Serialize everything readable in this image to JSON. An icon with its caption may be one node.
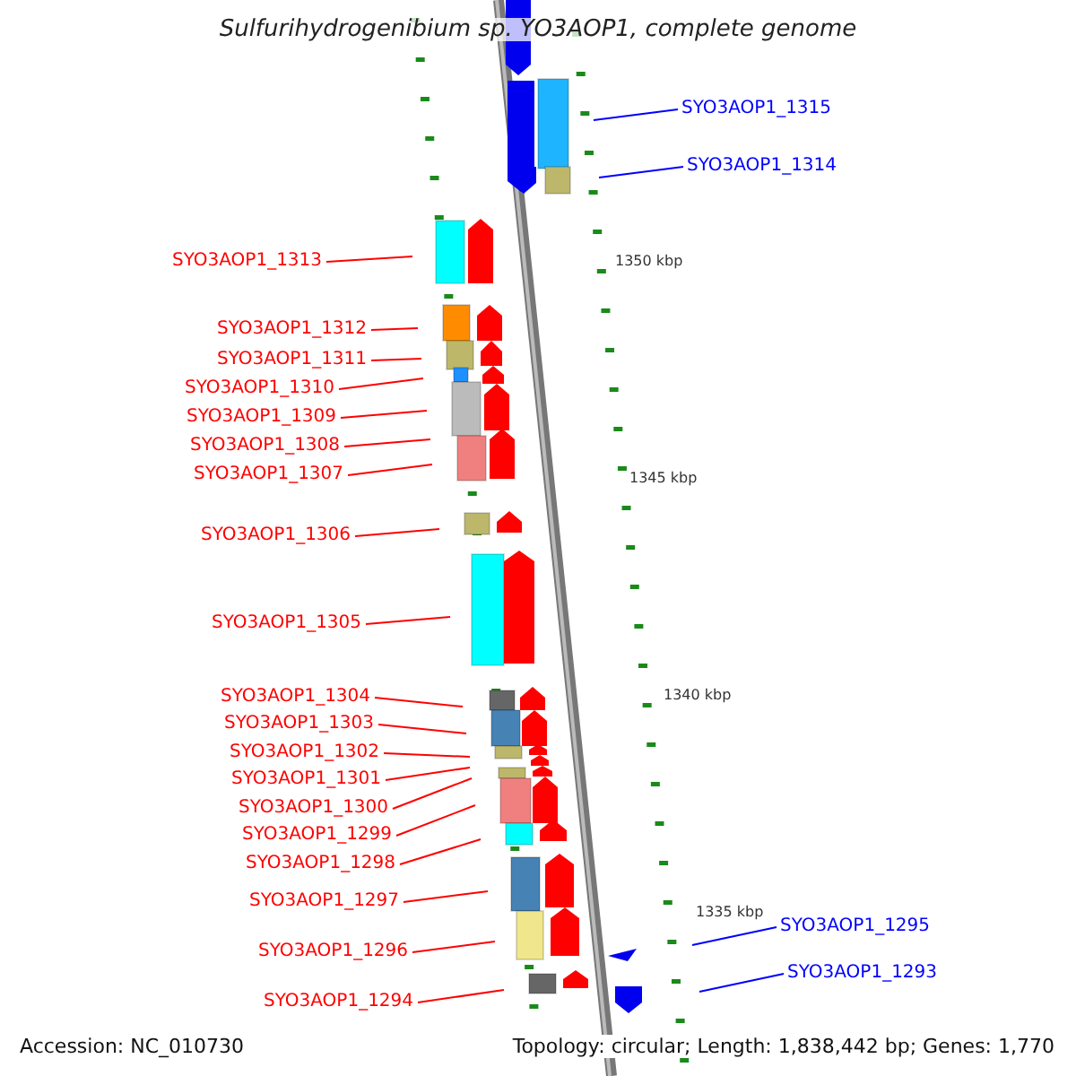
{
  "diagram": {
    "title": "Sulfurihydrogenibium sp. YO3AOP1, complete genome",
    "nodes": [
      {
        "text": [
          "SYO3AOP1_1315"
        ]
      },
      {
        "text": [
          "SYO3AOP1_1314"
        ]
      },
      {
        "text": [
          "SYO3AOP1_1313"
        ]
      },
      {
        "text": [
          "SYO3AOP1_1312"
        ]
      },
      {
        "text": [
          "SYO3AOP1_1311"
        ]
      },
      {
        "text": [
          "SYO3AOP1_1310"
        ]
      },
      {
        "text": [
          "SYO3AOP1_1309"
        ]
      },
      {
        "text": [
          "SYO3AOP1_1308"
        ]
      },
      {
        "text": [
          "SYO3AOP1_1307"
        ]
      },
      {
        "text": [
          "SYO3AOP1_1306"
        ]
      },
      {
        "text": [
          "SYO3AOP1_1305"
        ]
      },
      {
        "text": [
          "SYO3AOP1_1304"
        ]
      },
      {
        "text": [
          "SYO3AOP1_1303"
        ]
      },
      {
        "text": [
          "SYO3AOP1_1302"
        ]
      },
      {
        "text": [
          "SYO3AOP1_1301"
        ]
      },
      {
        "text": [
          "SYO3AOP1_1300"
        ]
      },
      {
        "text": [
          "SYO3AOP1_1299"
        ]
      },
      {
        "text": [
          "SYO3AOP1_1298"
        ]
      },
      {
        "text": [
          "SYO3AOP1_1297"
        ]
      },
      {
        "text": [
          "SYO3AOP1_1296"
        ]
      },
      {
        "text": [
          "SYO3AOP1_1295"
        ]
      },
      {
        "text": [
          "SYO3AOP1_1294"
        ]
      },
      {
        "text": [
          "SYO3AOP1_1293"
        ]
      }
    ],
    "edges": [
      {
        "from": 0,
        "to": null,
        "arrow": "none",
        "color": "#0000ff"
      },
      {
        "from": 1,
        "to": null,
        "arrow": "none",
        "color": "#0000ff"
      },
      {
        "from": 2,
        "to": null,
        "arrow": "none"
      },
      {
        "from": 3,
        "to": null,
        "arrow": "none"
      },
      {
        "from": 4,
        "to": null,
        "arrow": "none"
      },
      {
        "from": 5,
        "to": null,
        "arrow": "none"
      },
      {
        "from": 6,
        "to": null,
        "arrow": "none"
      },
      {
        "from": 7,
        "to": null,
        "arrow": "none"
      },
      {
        "from": 8,
        "to": null,
        "arrow": "none"
      },
      {
        "from": 9,
        "to": null,
        "arrow": "none"
      },
      {
        "from": 10,
        "to": null,
        "arrow": "none"
      },
      {
        "from": 11,
        "to": null,
        "arrow": "none"
      },
      {
        "from": 12,
        "to": null,
        "arrow": "none"
      },
      {
        "from": 13,
        "to": null,
        "arrow": "none"
      },
      {
        "from": 14,
        "to": null,
        "arrow": "none"
      },
      {
        "from": 15,
        "to": null,
        "arrow": "none"
      },
      {
        "from": 16,
        "to": null,
        "arrow": "none"
      },
      {
        "from": 17,
        "to": null,
        "arrow": "none"
      },
      {
        "from": 18,
        "to": null,
        "arrow": "none"
      },
      {
        "from": 19,
        "to": null,
        "arrow": "none"
      },
      {
        "from": 20,
        "to": null,
        "arrow": "none",
        "color": "#0000ff"
      },
      {
        "from": 21,
        "to": null,
        "arrow": "none"
      },
      {
        "from": 22,
        "to": null,
        "arrow": "none",
        "color": "#0000ff"
      }
    ],
    "labels": [
      "1350 kbp",
      "1345 kbp",
      "1340 kbp",
      "1335 kbp",
      "Accession: NC_010730",
      "Topology: circular; Length: 1,838,442 bp; Genes: 1,770"
    ]
  }
}
